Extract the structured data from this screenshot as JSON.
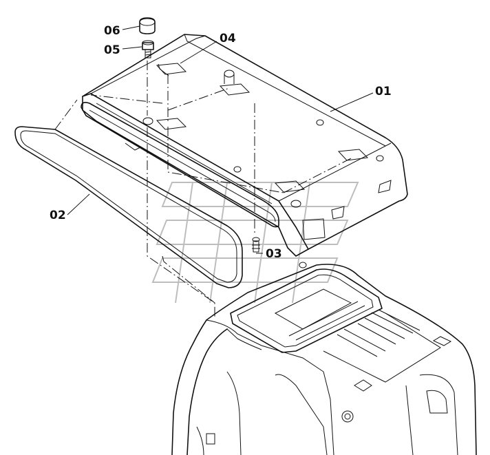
{
  "labels": {
    "p01": "01",
    "p02": "02",
    "p03": "03",
    "p04": "04",
    "p05": "05",
    "p06": "06"
  },
  "colors": {
    "line": "#111111",
    "watermark": "#bdbdbd",
    "background": "#ffffff"
  }
}
